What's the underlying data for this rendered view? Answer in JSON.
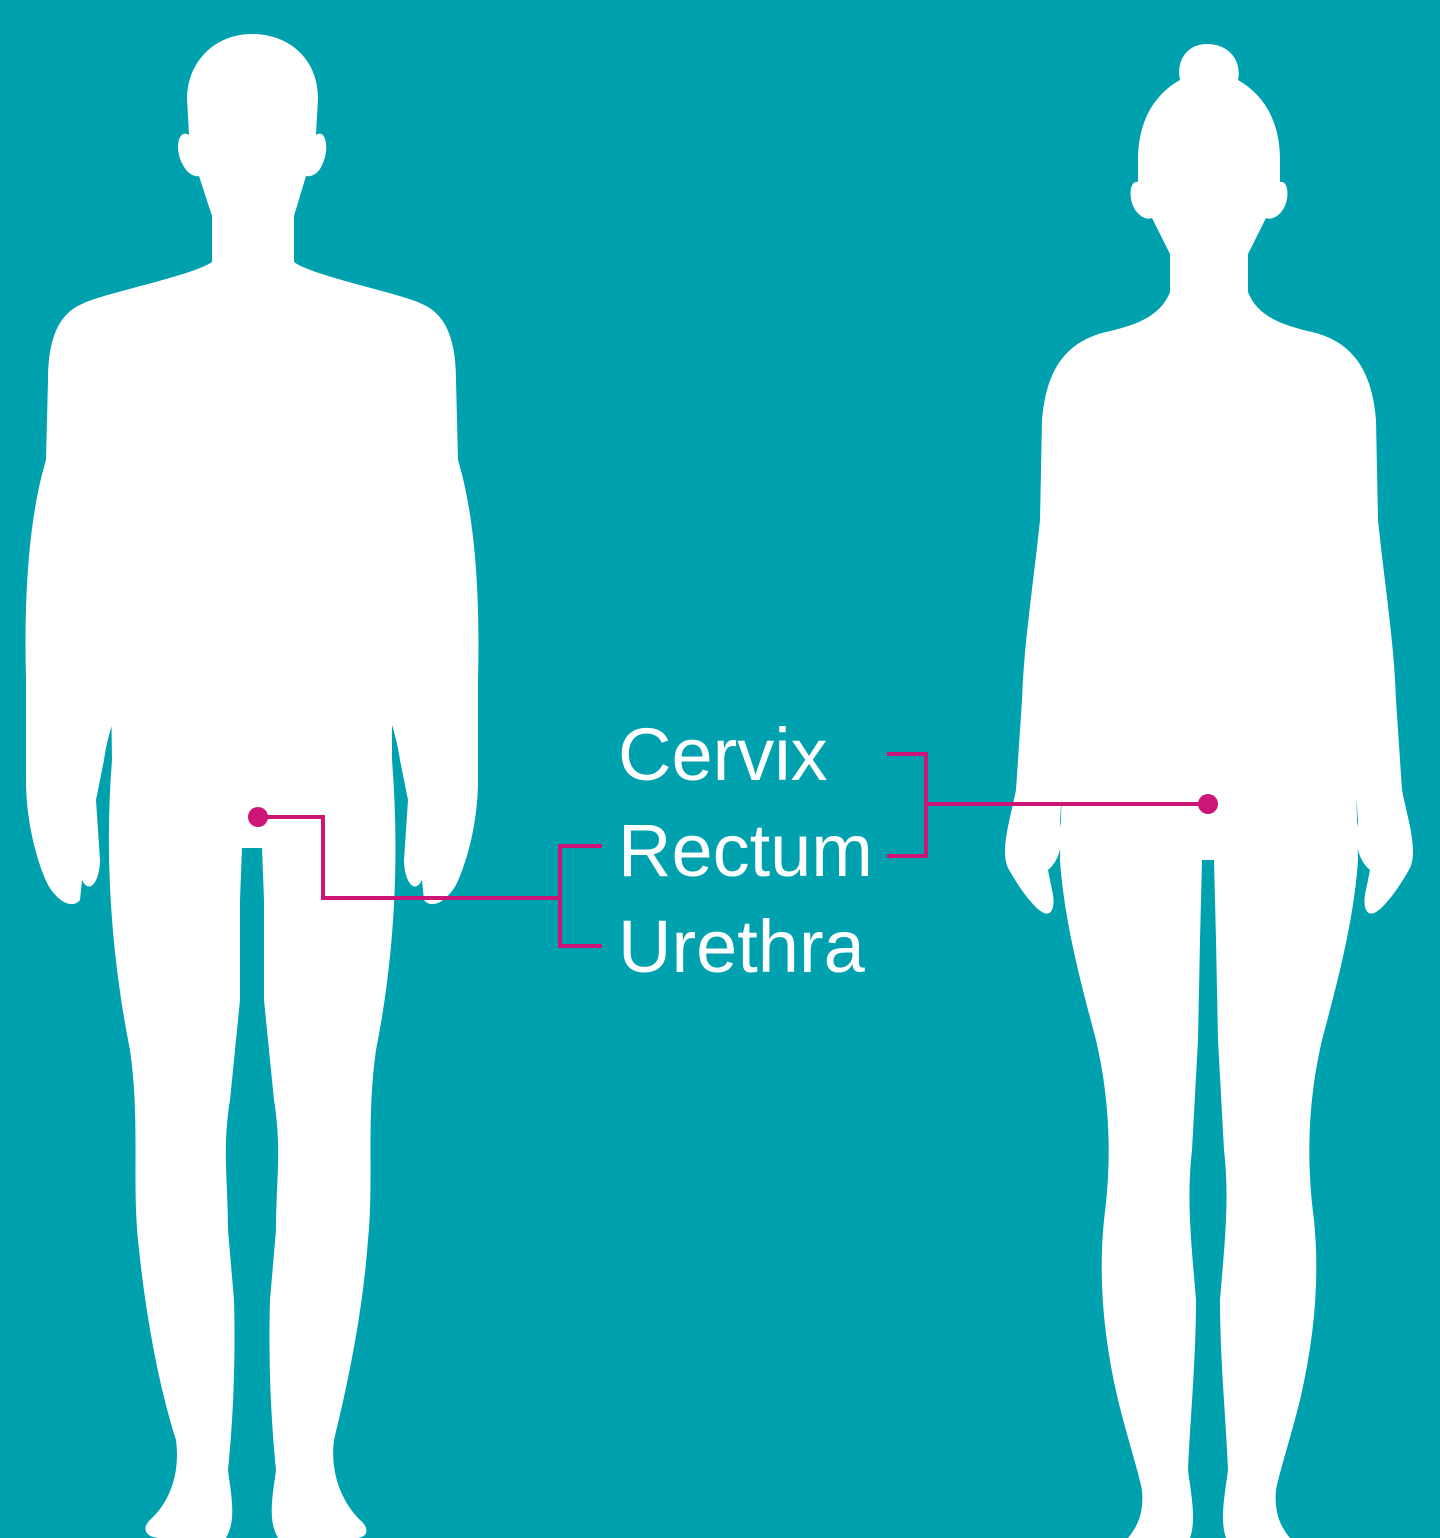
{
  "colors": {
    "background": "#00a1ae",
    "silhouette": "#ffffff",
    "connector": "#cc1576",
    "label_text": "#ffffff"
  },
  "figures": [
    {
      "name": "male-body-silhouette"
    },
    {
      "name": "female-body-silhouette"
    }
  ],
  "labels": {
    "cervix": "Cervix",
    "rectum": "Rectum",
    "urethra": "Urethra"
  },
  "connectors": {
    "male": {
      "points_to": [
        "Rectum",
        "Urethra"
      ]
    },
    "female": {
      "points_to": [
        "Cervix",
        "Rectum"
      ]
    }
  }
}
